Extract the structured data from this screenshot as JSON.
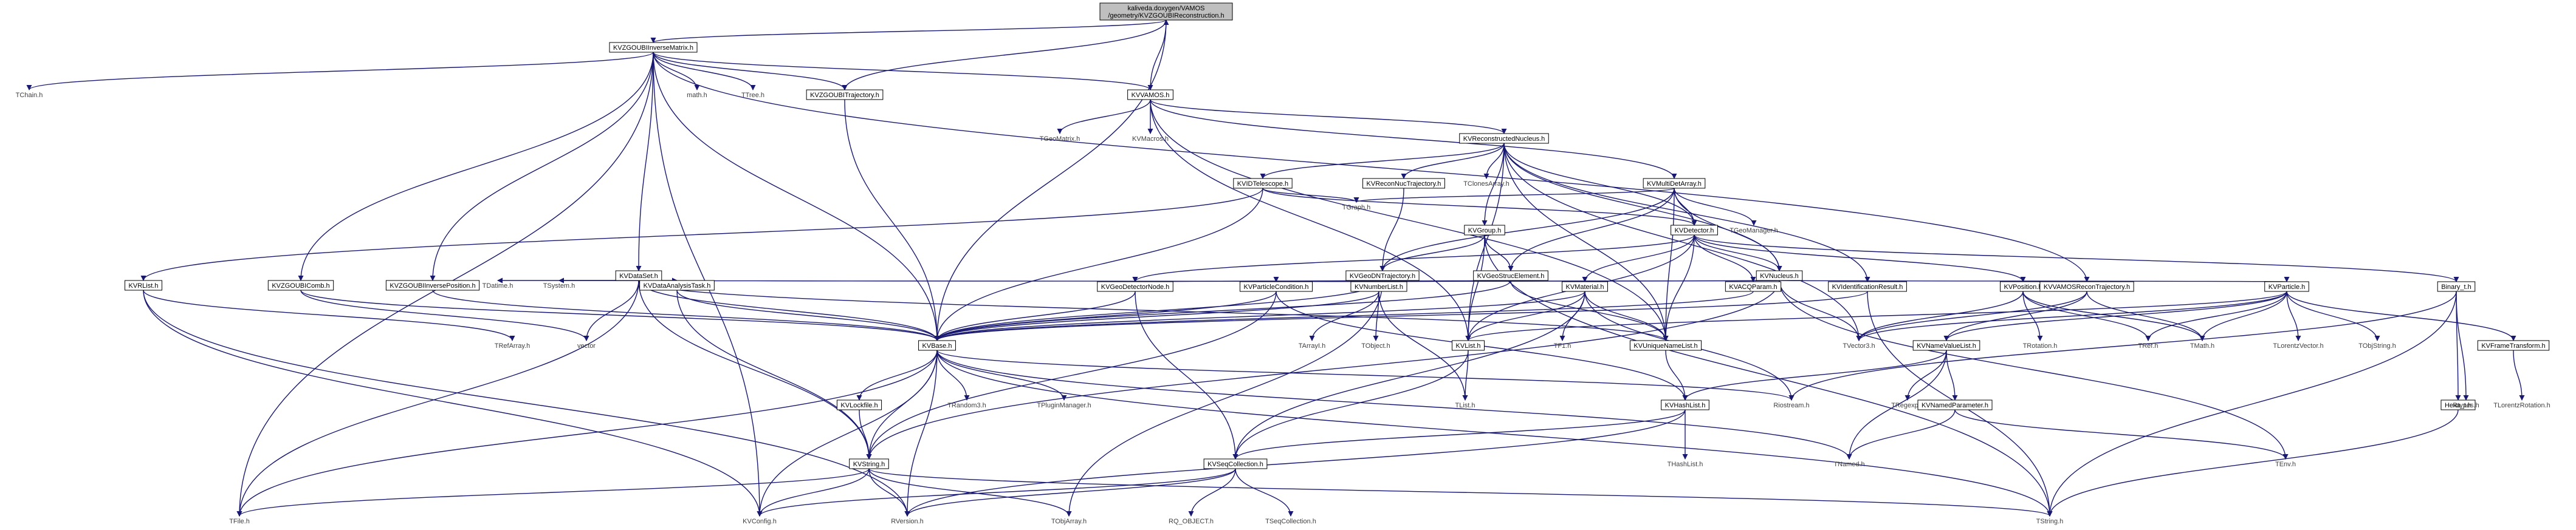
{
  "title": "kaliveda.doxygen/VAMOS/geometry/KVZGOUBIReconstruction.h",
  "root": {
    "line1": "kaliveda.doxygen/VAMOS",
    "line2": "/geometry/KVZGOUBIReconstruction.h"
  },
  "nodes": {
    "KVZGOUBIInverseMatrix": "KVZGOUBIInverseMatrix.h",
    "TChain": "TChain.h",
    "math": "math.h",
    "TTree": "TTree.h",
    "KVZGOUBITrajectory": "KVZGOUBITrajectory.h",
    "KVVAMOS": "KVVAMOS.h",
    "TGeoMatrix": "TGeoMatrix.h",
    "KVMacros": "KVMacros.h",
    "KVReconstructedNucleus": "KVReconstructedNucleus.h",
    "KVIDTelescope": "KVIDTelescope.h",
    "KVReconNucTrajectory": "KVReconNucTrajectory.h",
    "TClonesArray": "TClonesArray.h",
    "KVMultiDetArray": "KVMultiDetArray.h",
    "TGraph": "TGraph.h",
    "KVGroup": "KVGroup.h",
    "KVDetector": "KVDetector.h",
    "TGeoManager": "TGeoManager.h",
    "KVGeoStrucElement": "KVGeoStrucElement.h",
    "KVGeoDNTrajectory": "KVGeoDNTrajectory.h",
    "KVNucleus": "KVNucleus.h",
    "KVDataSet": "KVDataSet.h",
    "TDatime": "TDatime.h",
    "TSystem": "TSystem.h",
    "KVDataAnalysisTask": "KVDataAnalysisTask.h",
    "KVRList": "KVRList.h",
    "KVZGOUBIComb": "KVZGOUBIComb.h",
    "KVZGOUBIInversePosition": "KVZGOUBIInversePosition.h",
    "KVGeoDetectorNode": "KVGeoDetectorNode.h",
    "KVParticleCondition": "KVParticleCondition.h",
    "KVNumberList": "KVNumberList.h",
    "KVMaterial": "KVMaterial.h",
    "KVACQParam": "KVACQParam.h",
    "KVPosition": "KVPosition.h",
    "KVIdentificationResult": "KVIdentificationResult.h",
    "KVVAMOSReconTrajectory": "KVVAMOSReconTrajectory.h",
    "KVParticle": "KVParticle.h",
    "Binary_t": "Binary_t.h",
    "TRefArray": "TRefArray.h",
    "vector": "vector",
    "KVBase": "KVBase.h",
    "TArrayI": "TArrayI.h",
    "TObject": "TObject.h",
    "KVList": "KVList.h",
    "TF1": "TF1.h",
    "KVUniqueNameList": "KVUniqueNameList.h",
    "TVector3": "TVector3.h",
    "TRotation": "TRotation.h",
    "TRef": "TRef.h",
    "TMath": "TMath.h",
    "TLorentzVector": "TLorentzVector.h",
    "TObjString": "TObjString.h",
    "KVFrameTransform": "KVFrameTransform.h",
    "KVNameValueList": "KVNameValueList.h",
    "Hexa_t": "Hexa_t.h",
    "KVLockfile": "KVLockfile.h",
    "TRandom3": "TRandom3.h",
    "TPluginManager": "TPluginManager.h",
    "TList": "TList.h",
    "KVHashList": "KVHashList.h",
    "Riostream": "Riostream.h",
    "TRegexp": "TRegexp.h",
    "KVNamedParameter": "KVNamedParameter.h",
    "Rtypes": "Rtypes.h",
    "TLorentzRotation": "TLorentzRotation.h",
    "THashList": "THashList.h",
    "TNamed": "TNamed.h",
    "TEnv": "TEnv.h",
    "KVString": "KVString.h",
    "KVSeqCollection": "KVSeqCollection.h",
    "TFile": "TFile.h",
    "KVConfig": "KVConfig.h",
    "RVersion": "RVersion.h",
    "TObjArray": "TObjArray.h",
    "RQ_OBJECT": "RQ_OBJECT.h",
    "TSeqCollection": "TSeqCollection.h",
    "TString": "TString.h"
  }
}
